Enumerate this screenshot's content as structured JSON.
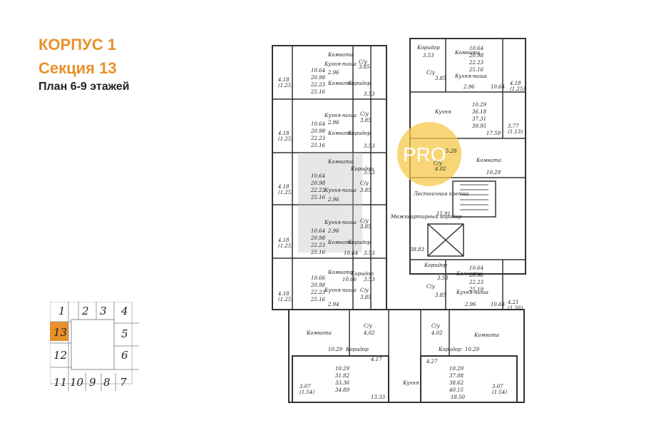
{
  "header": {
    "building": "КОРПУС 1",
    "section": "Секция 13",
    "floors": "План 6-9 этажей"
  },
  "colors": {
    "accent": "#e8912a",
    "watermark": "#f5c84a"
  },
  "watermark": {
    "text": "PRO"
  },
  "keymap": {
    "cells": [
      "1",
      "2",
      "3",
      "4",
      "13",
      "5",
      "12",
      "6",
      "11",
      "10",
      "9",
      "8",
      "7"
    ],
    "highlighted": "13"
  },
  "plan": {
    "rooms": {
      "komnata": "Комната",
      "koridor": "Коридор",
      "kuhnya_nisha": "Кухня-ниша",
      "su": "С/у",
      "kuhnya": "Кухня",
      "lestnica": "Лестничная клетка",
      "mezhkv": "Межквартирный коридор",
      "balcony": "(1.25)"
    },
    "values": {
      "a1": [
        "10.64",
        "20.98",
        "22.23",
        "25.16"
      ],
      "a2": [
        "10.64",
        "20.98",
        "22.23",
        "25.16"
      ],
      "a3": [
        "10.64",
        "20.98",
        "22.23",
        "25.16"
      ],
      "a4": [
        "10.64",
        "20.98",
        "22.23",
        "25.16"
      ],
      "a5": [
        "10.66",
        "20.98",
        "22.23",
        "25.16"
      ],
      "a6": [
        "10.29",
        "31.82",
        "33.36",
        "34.89"
      ],
      "b1": [
        "10.64",
        "20.98",
        "22.23",
        "25.16"
      ],
      "b2": [
        "10.29",
        "36.18",
        "37.31",
        "39.95"
      ],
      "b3": [
        "10.64",
        "20.98",
        "22.23",
        "25.19"
      ],
      "b4": [
        "10.29",
        "37.08",
        "38.62",
        "40.15"
      ],
      "dims": {
        "d296": "2.96",
        "d385": "3.85",
        "d353": "3.53",
        "d418": "4.18",
        "d1064": "10.64",
        "d1066": "10.66",
        "d294": "2.94",
        "d1029": "10.29",
        "d402": "4.02",
        "d417": "4.17",
        "d307": "3.07",
        "b154": "(1.54)",
        "d1333": "13.33",
        "d1850": "18.50",
        "d427": "4.27",
        "d1591": "15.91",
        "d3883": "38.83",
        "d377": "3.77",
        "b113": "(1.13)",
        "d421": "4.21",
        "b126": "(1.26)",
        "d1759": "17.59",
        "d528": "5.28",
        "unit": "1"
      }
    }
  }
}
